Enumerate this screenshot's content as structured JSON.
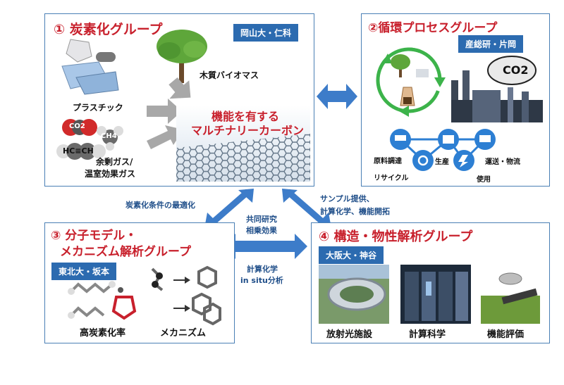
{
  "group1": {
    "title": "① 炭素化グループ",
    "tag": "岡山大・仁科",
    "biomass": "木質バイオマス",
    "plastic": "プラスチック",
    "co2": "CO2",
    "ch4": "CH4",
    "acetylene": "HC≡CH",
    "gas_line1": "余剰ガス/",
    "gas_line2": "温室効果ガス",
    "center_line1": "機能を有する",
    "center_line2": "マルチナリーカーボン"
  },
  "group2": {
    "title": "②循環プロセスグループ",
    "tag": "産総研・片岡",
    "co2_cloud": "CO2",
    "flow": [
      "原料調達",
      "生産",
      "運送・物流",
      "リサイクル",
      "使用"
    ]
  },
  "group3": {
    "title_line1": "③ 分子モデル・",
    "title_line2": "メカニズム解析グループ",
    "tag": "東北大・坂本",
    "label_left": "高炭素化率",
    "label_right": "メカニズム"
  },
  "group4": {
    "title": "④ 構造・物性解析グループ",
    "tag": "大阪大・神谷",
    "labels": [
      "放射光施設",
      "計算科学",
      "機能評価"
    ]
  },
  "center": {
    "label_left": "炭素化条件の最適化",
    "label_right_1": "サンプル提供、",
    "label_right_2": "計算化学、機能開拓",
    "joint_1": "共同研究",
    "joint_2": "相乗効果",
    "calc_1": "計算化学",
    "calc_2": "in situ分析"
  },
  "colors": {
    "accent_red": "#c8202c",
    "border_blue": "#4a7fb5",
    "tag_blue": "#2c6bb0",
    "arrow_blue": "#3d7cc9",
    "cycle_green": "#3cb34a"
  }
}
